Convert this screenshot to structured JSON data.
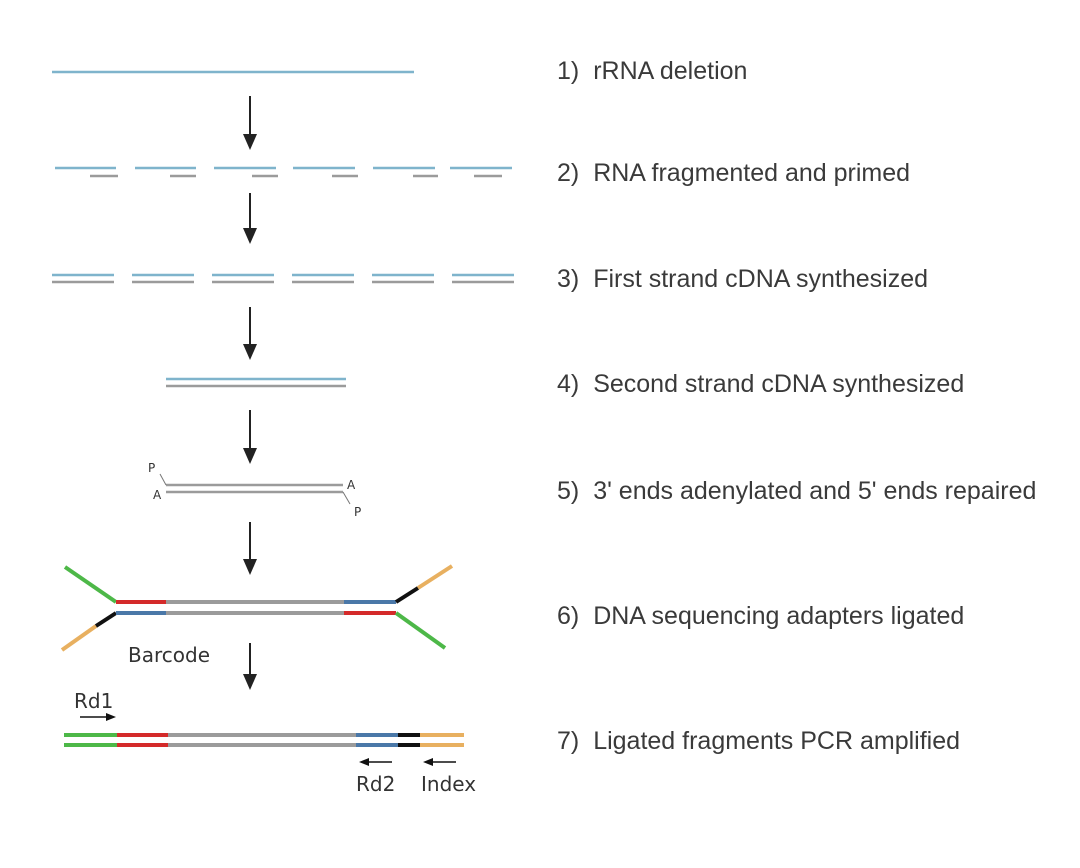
{
  "steps": [
    {
      "number": "1)",
      "text": "rRNA deletion"
    },
    {
      "number": "2)",
      "text": "RNA fragmented and primed"
    },
    {
      "number": "3)",
      "text": "First strand cDNA synthesized"
    },
    {
      "number": "4)",
      "text": "Second strand cDNA synthesized"
    },
    {
      "number": "5)",
      "text": "3' ends adenylated and 5' ends repaired"
    },
    {
      "number": "6)",
      "text": "DNA sequencing adapters ligated"
    },
    {
      "number": "7)",
      "text": "Ligated fragments PCR amplified"
    }
  ],
  "labels": {
    "barcode": "Barcode",
    "rd1": "Rd1",
    "rd2": "Rd2",
    "index": "Index",
    "phosphate": "P",
    "adenine": "A"
  },
  "colors": {
    "rna": "#7fb4cc",
    "dna": "#9b9b9b",
    "green_adapter": "#4db848",
    "orange_adapter": "#e8b060",
    "red_segment": "#d42a2a",
    "blue_segment": "#4a78a8",
    "black_segment": "#111111",
    "arrow": "#222222",
    "text": "#3a3a3a"
  }
}
